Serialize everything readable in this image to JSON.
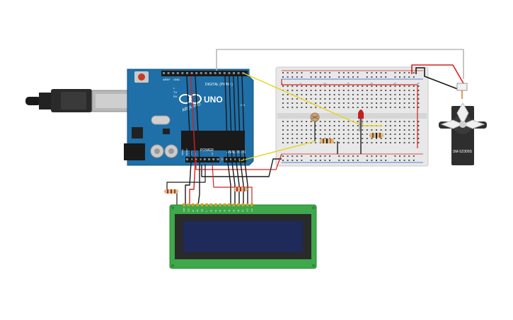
{
  "arduino": {
    "brand": "ARDUINO",
    "model": "UNO",
    "digital_label": "DIGITAL (PWM~)",
    "analog_label": "ANALOG IN",
    "power_label": "POWER",
    "tx_label": "TX",
    "rx_label": "RX",
    "l_label": "L",
    "aref_label": "AREF",
    "gnd_label": "GND",
    "on_label": "ON",
    "ioref_label": "IOREF",
    "reset_label": "RESET",
    "v33_label": "3.3V",
    "v5_label": "5V",
    "vin_label": "Vin",
    "board_color": "#1f6fa8"
  },
  "servo": {
    "model_label": "SM-S2309S",
    "body_color": "#2e2e2e"
  },
  "lcd": {
    "pcb_color": "#3ea84a",
    "screen_color": "#1e2a5a",
    "pin_labels": [
      "GND",
      "VCC",
      "V0",
      "RS",
      "RW",
      "E",
      "D0",
      "D1",
      "D2",
      "D3",
      "D4",
      "D5",
      "D6",
      "D7",
      "LED",
      "LED"
    ]
  },
  "breadboard": {
    "color": "#e8e8e8",
    "column_numbers": [
      "1",
      "5",
      "10",
      "15",
      "20",
      "25",
      "30"
    ]
  },
  "wire_colors": {
    "red": "#d42020",
    "black": "#1a1a1a",
    "yellow": "#e6d419",
    "gray": "#b8b8b8"
  }
}
